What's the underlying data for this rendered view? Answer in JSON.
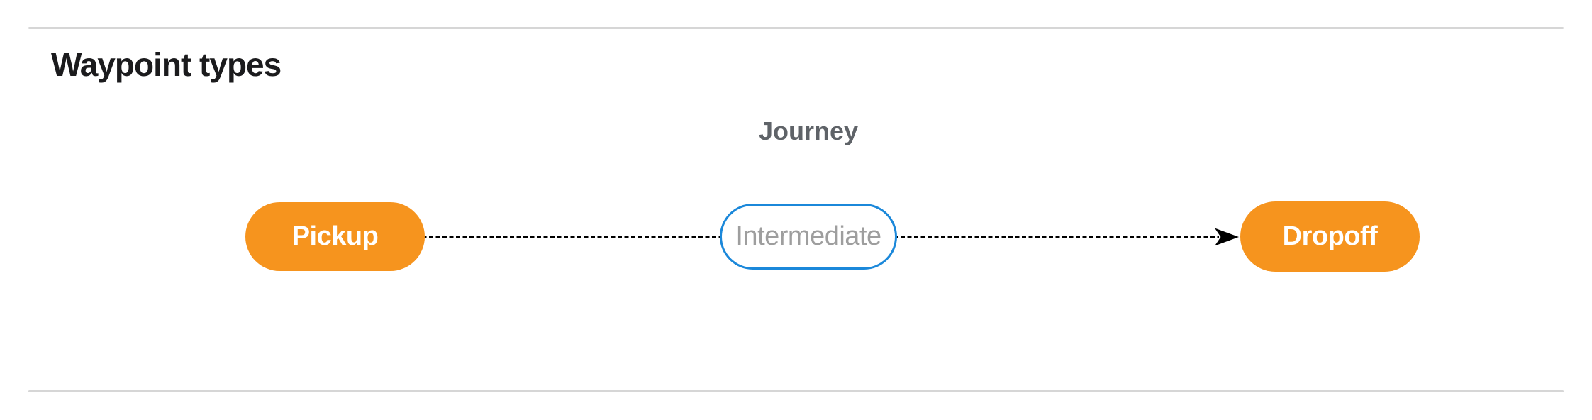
{
  "section": {
    "title": "Waypoint types"
  },
  "diagram": {
    "title": "Journey",
    "nodes": [
      {
        "id": "pickup",
        "label": "Pickup",
        "shape": "pill",
        "fill": "#f6941e",
        "text_color": "#ffffff"
      },
      {
        "id": "intermediate",
        "label": "Intermediate",
        "shape": "pill",
        "fill": "#ffffff",
        "border_color": "#1b88da",
        "text_color": "#9e9e9e"
      },
      {
        "id": "dropoff",
        "label": "Dropoff",
        "shape": "pill",
        "fill": "#f6941e",
        "text_color": "#ffffff"
      }
    ],
    "edge": {
      "from": "Pickup",
      "through": "Intermediate",
      "to": "Dropoff",
      "style": "dashed",
      "color": "#000000",
      "arrow": "end-only"
    }
  },
  "colors": {
    "heading_text": "#1b1b1d",
    "diagram_title_text": "#5f6368",
    "divider": "#d6d6d6",
    "node_orange": "#f6941e",
    "node_border_blue": "#1b88da",
    "node_gray_text": "#9e9e9e",
    "edge_black": "#000000",
    "background": "#ffffff"
  }
}
